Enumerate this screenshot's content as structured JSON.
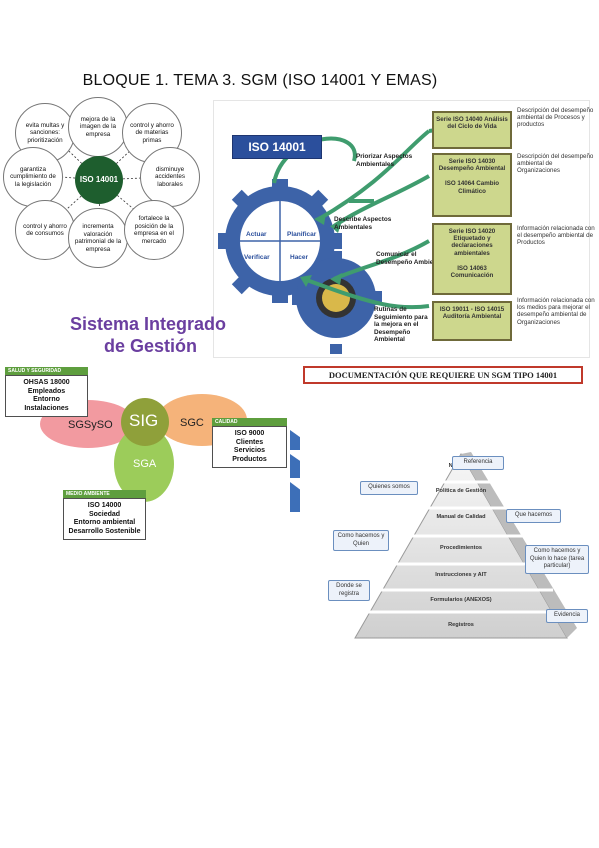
{
  "page": {
    "title": "BLOQUE 1. TEMA 3. SGM (ISO 14001 Y EMAS)"
  },
  "benefits": {
    "center": "ISO 14001",
    "items": [
      "evita multas y sanciones: prioritización",
      "mejora de la imagen de la empresa",
      "control y ahorro de materias primas",
      "garantiza cumplimiento de la legislación",
      "disminuye accidentes laborales",
      "control y ahorro de consumos",
      "incrementa valoración patrimonial de la empresa",
      "fortalece la posición de la empresa en el mercado"
    ]
  },
  "iso_panel": {
    "title": "ISO 14001",
    "gear_words": {
      "actuar": "Actuar",
      "planificar": "Planificar",
      "verificar": "Verificar",
      "hacer": "Hacer"
    },
    "middle_labels": [
      "Priorizar Aspectos Ambientales",
      "Describe Aspectos Ambientales",
      "Comunicar el Desempeño Ambiental",
      "Rutinas de Seguimiento para la mejora en el Desempeño Ambiental"
    ],
    "standards": [
      "Serie ISO 14040 Análisis del Ciclo de Vida",
      "Serie ISO 14030 Desempeño Ambiental",
      "ISO 14064 Cambio Climático",
      "Serie ISO 14020 Etiquetado y declaraciones ambientales",
      "ISO 14063 Comunicación",
      "ISO 19011 - ISO 14015 Auditoría Ambiental"
    ],
    "descriptions": [
      "Descripción del desempeño ambiental de Procesos y productos",
      "Descripción del desempeño ambiental de Organizaciones",
      "Información relacionada con el desempeño ambiental de Productos",
      "Información relacionada con los medios para mejorar el desempeño ambiental de Organizaciones"
    ]
  },
  "documentation_caption": "DOCUMENTACIÓN QUE REQUIERE UN SGM TIPO 14001",
  "sig": {
    "heading_line1": "Sistema Integrado",
    "heading_line2": "de Gestión",
    "center": "SIG",
    "left_circle": "SGSySO",
    "right_circle": "SGC",
    "bottom_circle": "SGA",
    "boxes": {
      "salud": {
        "title": "SALUD Y SEGURIDAD",
        "lines": [
          "OHSAS 18000",
          "Empleados",
          "Entorno",
          "Instalaciones"
        ]
      },
      "calidad": {
        "title": "CALIDAD",
        "lines": [
          "ISO 9000",
          "Clientes",
          "Servicios",
          "Productos"
        ]
      },
      "medio": {
        "title": "MEDIO AMBIENTE",
        "lines": [
          "ISO 14000",
          "Sociedad",
          "Entorno ambiental",
          "Desarrollo Sostenible"
        ]
      }
    }
  },
  "pyramid": {
    "levels": [
      "NORMAS",
      "Política de Gestión",
      "Manual de Calidad",
      "Procedimientos",
      "Instrucciones y AIT",
      "Formularios (ANEXOS)",
      "Registros"
    ],
    "callouts": {
      "referencia": "Referencia",
      "quienes": "Quienes somos",
      "que_hacemos": "Que hacemos",
      "como_quien": "Como hacemos y Quien",
      "como_quien_lo_hace": "Como hacemos y Quien lo hace (tarea particular)",
      "donde": "Donde se registra",
      "evidencia": "Evidencia"
    }
  },
  "colors": {
    "dark_green": "#1e5e2e",
    "olive": "#cdd78d",
    "pink": "#f29aa0",
    "orange": "#f5b37a",
    "lime": "#9ccc5a",
    "sig_olive": "#8fa03a",
    "purple": "#6b3fa0",
    "caption_red": "#c0392b"
  }
}
